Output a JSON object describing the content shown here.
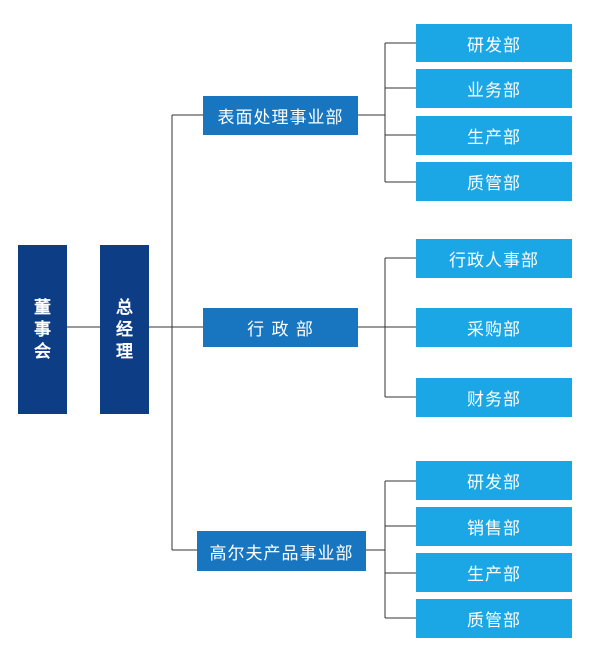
{
  "chart": {
    "board": [
      "董",
      "事",
      "会"
    ],
    "gm": [
      "总",
      "经",
      "理"
    ],
    "divisions": [
      {
        "label": "表面处理事业部",
        "departments": [
          "研发部",
          "业务部",
          "生产部",
          "质管部"
        ]
      },
      {
        "label": "行 政 部",
        "departments": [
          "行政人事部",
          "采购部",
          "财务部"
        ]
      },
      {
        "label": "高尔夫产品事业部",
        "departments": [
          "研发部",
          "销售部",
          "生产部",
          "质管部"
        ]
      }
    ]
  },
  "colors": {
    "dark": "#0d3d84",
    "mid": "#1776bf",
    "light": "#1ba7e6",
    "line": "#333333"
  }
}
